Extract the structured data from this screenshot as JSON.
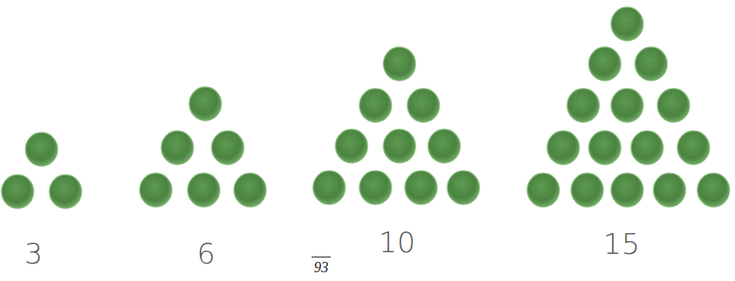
{
  "diagram": {
    "labels": [
      "3",
      "6",
      "10",
      "15",
      "93"
    ]
  }
}
